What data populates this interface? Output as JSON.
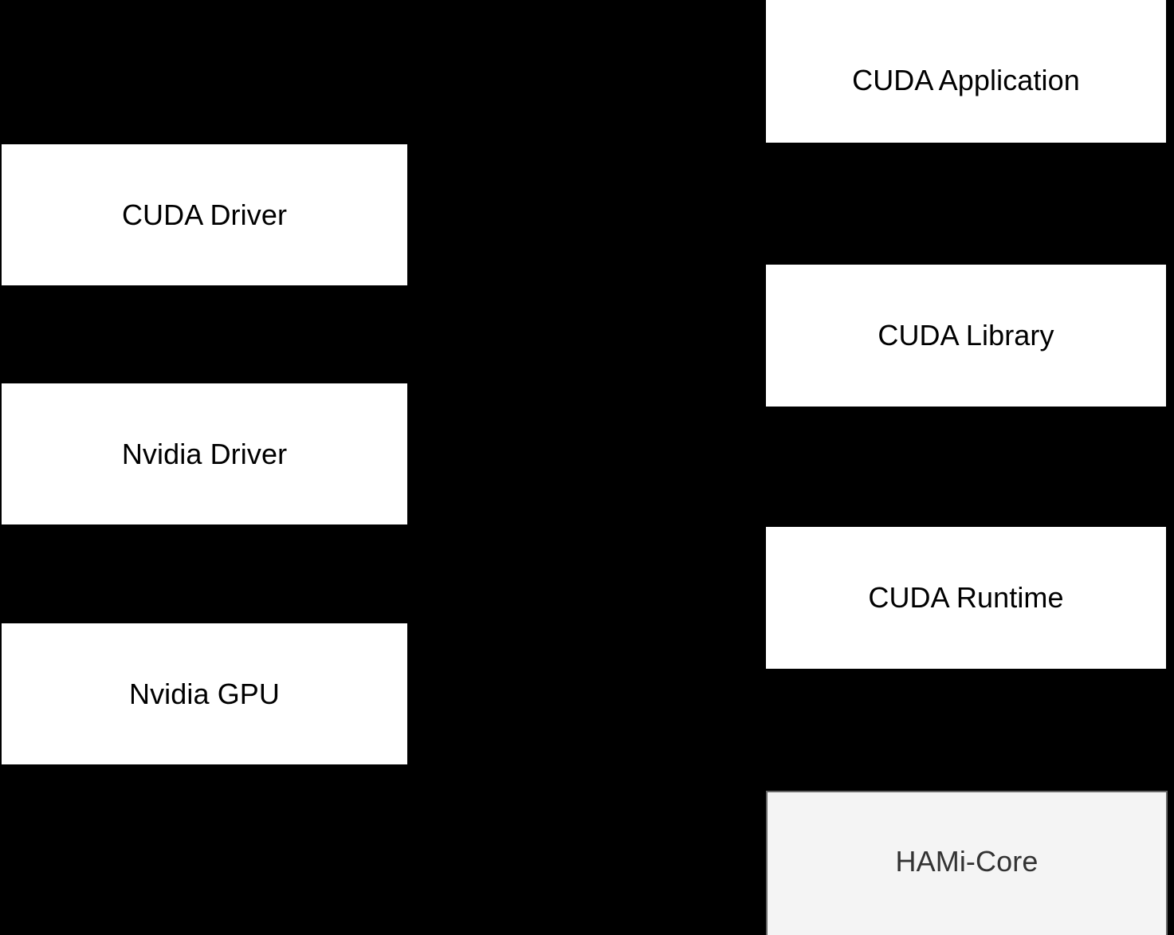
{
  "diagram": {
    "background_color": "#000000",
    "columns": {
      "left": {
        "nodes": [
          {
            "id": "cuda-driver",
            "label": "CUDA Driver",
            "fill": "#ffffff",
            "text_color": "#000000",
            "style": "plain"
          },
          {
            "id": "nvidia-driver",
            "label": "Nvidia Driver",
            "fill": "#ffffff",
            "text_color": "#000000",
            "style": "plain"
          },
          {
            "id": "nvidia-gpu",
            "label": "Nvidia GPU",
            "fill": "#ffffff",
            "text_color": "#000000",
            "style": "plain"
          }
        ]
      },
      "right": {
        "nodes": [
          {
            "id": "cuda-application",
            "label": "CUDA Application",
            "fill": "#ffffff",
            "text_color": "#000000",
            "style": "plain"
          },
          {
            "id": "cuda-library",
            "label": "CUDA Library",
            "fill": "#ffffff",
            "text_color": "#000000",
            "style": "plain"
          },
          {
            "id": "cuda-runtime",
            "label": "CUDA Runtime",
            "fill": "#ffffff",
            "text_color": "#000000",
            "style": "plain"
          },
          {
            "id": "hami-core",
            "label": "HAMi-Core",
            "fill": "#f4f4f4",
            "text_color": "#333333",
            "border_color": "#666666",
            "style": "shaded"
          }
        ]
      }
    }
  }
}
